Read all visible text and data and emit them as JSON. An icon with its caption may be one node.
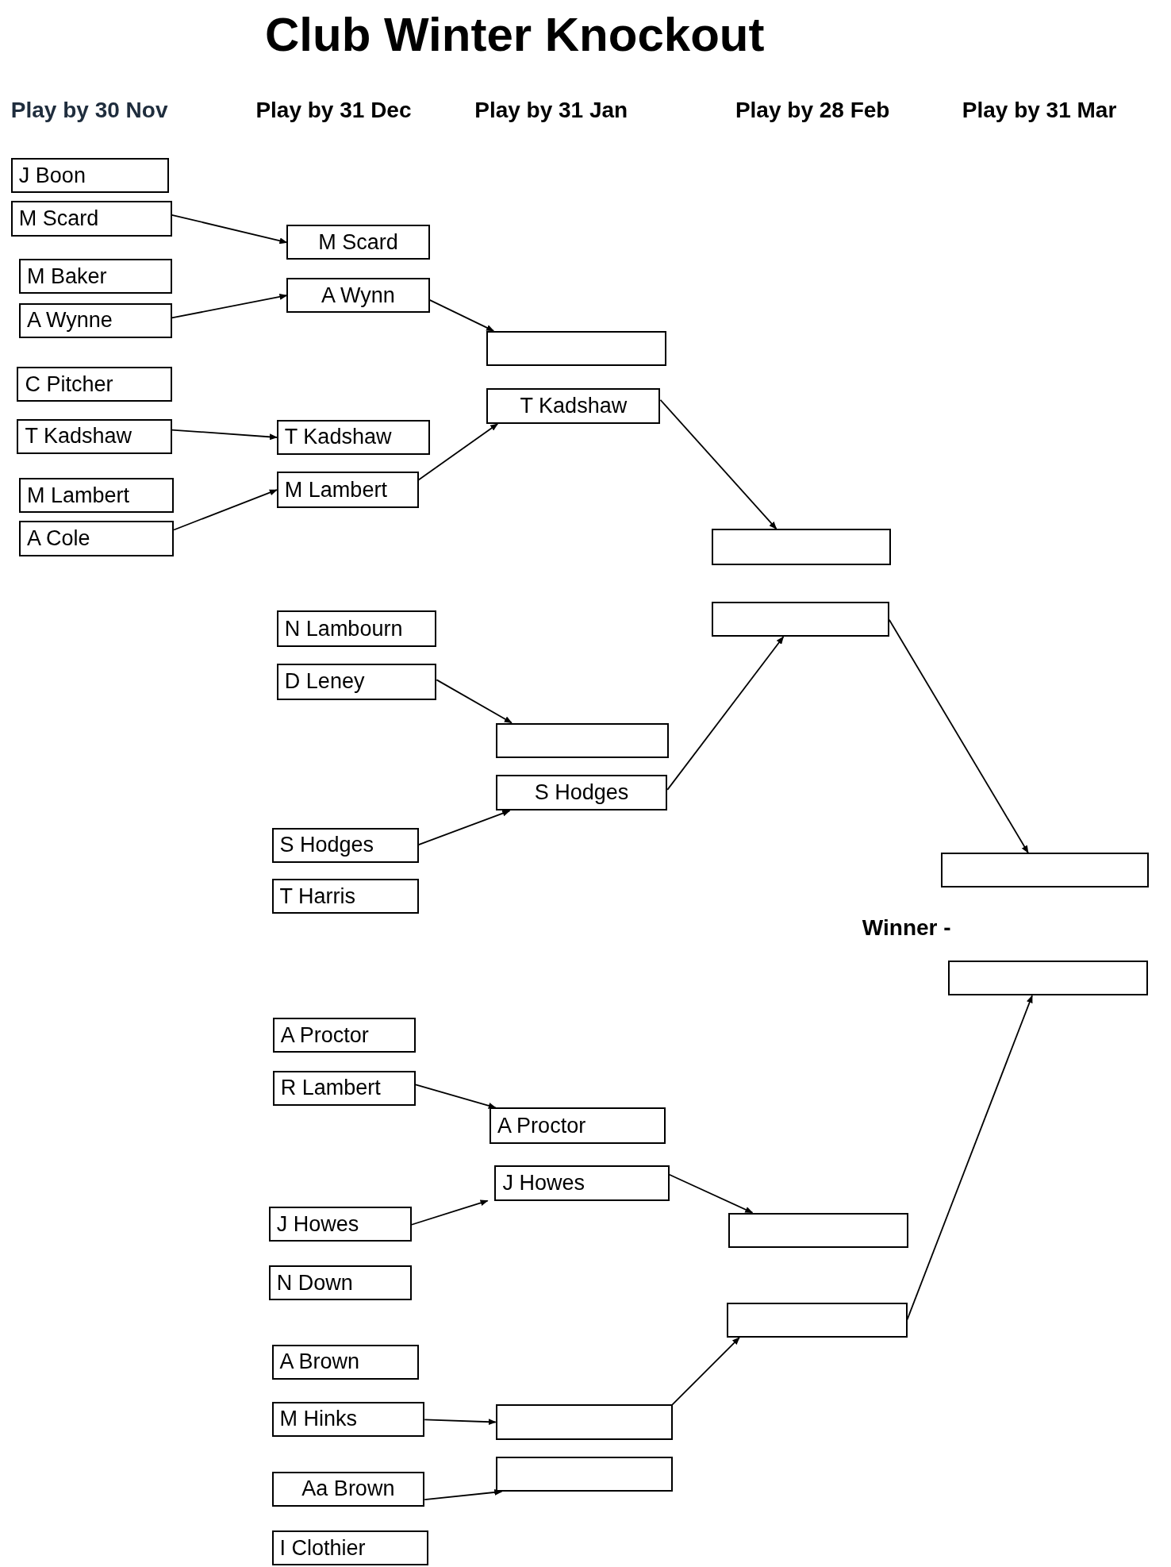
{
  "diagram": {
    "title": "Club Winter Knockout",
    "nodes": [
      {
        "text": [
          "J Boon"
        ]
      },
      {
        "text": [
          "M Scard"
        ]
      },
      {
        "text": [
          "M Baker"
        ]
      },
      {
        "text": [
          "A Wynne"
        ]
      },
      {
        "text": [
          "C Pitcher"
        ]
      },
      {
        "text": [
          "T Kadshaw"
        ]
      },
      {
        "text": [
          "M Lambert"
        ]
      },
      {
        "text": [
          "A Cole"
        ]
      },
      {
        "text": [
          "M Scard"
        ]
      },
      {
        "text": [
          "A Wynn"
        ]
      },
      {
        "text": [
          "T Kadshaw"
        ]
      },
      {
        "text": [
          "M Lambert"
        ]
      },
      {
        "text": [
          "N Lambourn"
        ]
      },
      {
        "text": [
          "D Leney"
        ]
      },
      {
        "text": [
          "S Hodges"
        ]
      },
      {
        "text": [
          "T Harris"
        ]
      },
      {
        "text": [
          "A Proctor"
        ]
      },
      {
        "text": [
          "R Lambert"
        ]
      },
      {
        "text": [
          "J Howes"
        ]
      },
      {
        "text": [
          "N Down"
        ]
      },
      {
        "text": [
          "A Brown"
        ]
      },
      {
        "text": [
          "M Hinks"
        ]
      },
      {
        "text": [
          "Aa Brown"
        ]
      },
      {
        "text": [
          "I Clothier"
        ]
      },
      {
        "text": [],
        "shape": "box"
      },
      {
        "text": [
          "T Kadshaw"
        ]
      },
      {
        "text": [],
        "shape": "box"
      },
      {
        "text": [
          "S Hodges"
        ]
      },
      {
        "text": [
          "A Proctor"
        ]
      },
      {
        "text": [
          "J Howes"
        ]
      },
      {
        "text": [],
        "shape": "box"
      },
      {
        "text": [],
        "shape": "box"
      },
      {
        "text": [],
        "shape": "box"
      },
      {
        "text": [],
        "shape": "box"
      },
      {
        "text": [],
        "shape": "box"
      },
      {
        "text": [],
        "shape": "box"
      },
      {
        "text": [],
        "shape": "box"
      },
      {
        "text": [],
        "shape": "box"
      }
    ],
    "edges": [
      {
        "from": 1,
        "to": 8,
        "arrow": "to"
      },
      {
        "from": 3,
        "to": 9,
        "arrow": "to"
      },
      {
        "from": 5,
        "to": 10,
        "arrow": "to"
      },
      {
        "from": 7,
        "to": 11,
        "arrow": "to"
      },
      {
        "from": 9,
        "to": 24,
        "arrow": "to"
      },
      {
        "from": 11,
        "to": 25,
        "arrow": "to"
      },
      {
        "from": 25,
        "to": 32,
        "arrow": "to"
      },
      {
        "from": 13,
        "to": 26,
        "arrow": "to"
      },
      {
        "from": 14,
        "to": 27,
        "arrow": "to"
      },
      {
        "from": 27,
        "to": 33,
        "arrow": "to"
      },
      {
        "from": 33,
        "to": 36,
        "arrow": "to"
      },
      {
        "from": 17,
        "to": 28,
        "arrow": "to"
      },
      {
        "from": 18,
        "to": 29,
        "arrow": "to"
      },
      {
        "from": 29,
        "to": 34,
        "arrow": "to"
      },
      {
        "from": 21,
        "to": 30,
        "arrow": "to"
      },
      {
        "from": 22,
        "to": 31,
        "arrow": "to"
      },
      {
        "from": 30,
        "to": 35,
        "arrow": "to"
      },
      {
        "from": 35,
        "to": 37,
        "arrow": "to"
      }
    ],
    "labels": [
      "Play by 30 Nov",
      "Play by 31 Dec",
      "Play by 31 Jan",
      "Play by 28 Feb",
      "Play by 31 Mar",
      "Winner -"
    ]
  }
}
